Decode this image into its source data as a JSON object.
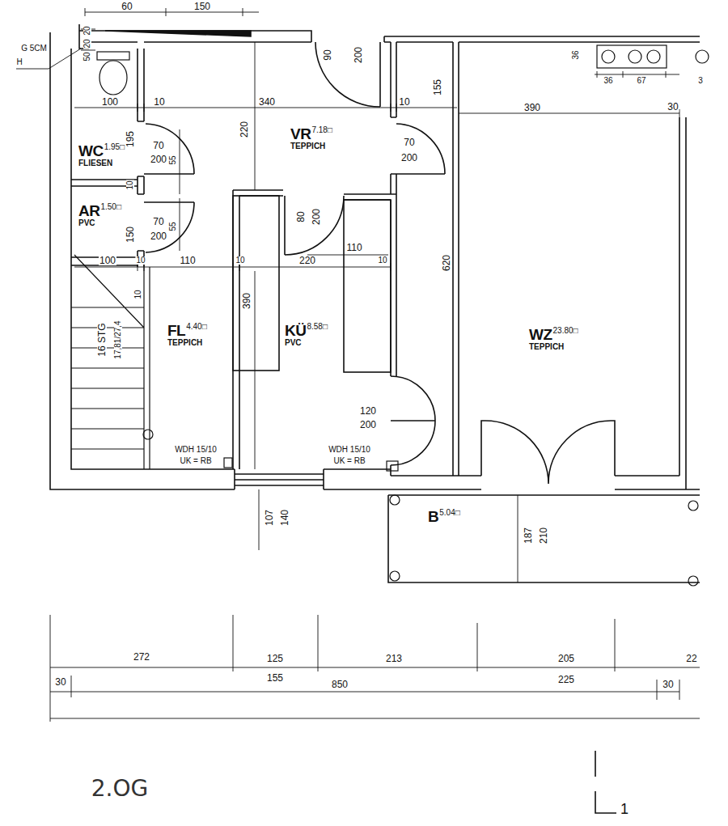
{
  "diagram": {
    "nodes": [
      {
        "text": [
          "WC",
          "1.95□",
          "FLIESEN"
        ]
      },
      {
        "text": [
          "AR",
          "1.50□",
          "PVC"
        ]
      },
      {
        "text": [
          "VR",
          "7.18□",
          "TEPPICH"
        ]
      },
      {
        "text": [
          "FL",
          "4.40□",
          "TEPPICH"
        ]
      },
      {
        "text": [
          "KÜ",
          "8.58□",
          "PVC"
        ]
      },
      {
        "text": [
          "WZ",
          "23.80□",
          "TEPPICH"
        ]
      },
      {
        "text": [
          "B",
          "5.04□"
        ]
      }
    ],
    "labels": [
      "60",
      "150",
      "20",
      "20",
      "50",
      "G 5CM",
      "H",
      "90",
      "200",
      "36",
      "36",
      "67",
      "3",
      "100",
      "10",
      "340",
      "10",
      "155",
      "390",
      "30",
      "220",
      "195",
      "70",
      "200",
      "55",
      "70",
      "200",
      "10",
      "55",
      "70",
      "200",
      "150",
      "80",
      "200",
      "110",
      "100",
      "10",
      "110",
      "10",
      "220",
      "10",
      "620",
      "390",
      "10",
      "16 STG",
      "17,81/27,4",
      "120",
      "200",
      "WDH 15/10",
      "UK = RB",
      "WDH 15/10",
      "UK = RB",
      "107",
      "140",
      "187",
      "210",
      "272",
      "125",
      "155",
      "213",
      "205",
      "225",
      "22",
      "30",
      "850",
      "30",
      "2.OG",
      "1"
    ]
  }
}
